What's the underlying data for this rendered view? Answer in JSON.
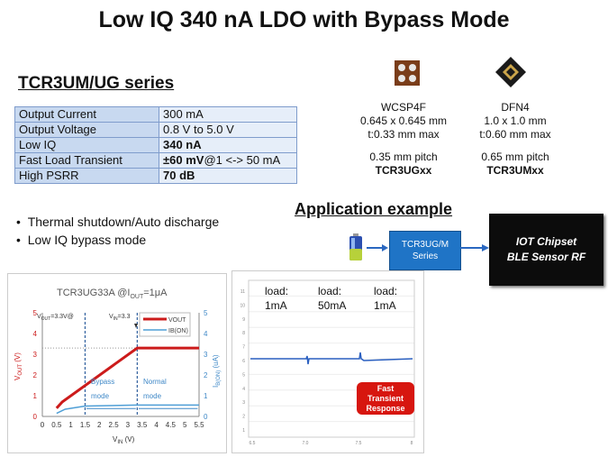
{
  "title": "Low IQ 340 nA LDO with Bypass Mode",
  "series_heading": "TCR3UM/UG  series",
  "specs": [
    {
      "key": "Output Current",
      "value": "300 mA"
    },
    {
      "key": "Output Voltage",
      "value": "0.8 V to 5.0 V"
    },
    {
      "key": "Low IQ",
      "value": "340 nA"
    },
    {
      "key": "Fast Load Transient",
      "value_bold": "±60 mV",
      "value_rest": "@1 <-> 50 mA"
    },
    {
      "key": "High PSRR",
      "value": "70 dB"
    }
  ],
  "packages": [
    {
      "name": "WCSP4F",
      "size": "0.645 x 0.645 mm",
      "thickness": "t:0.33 mm max",
      "pitch": "0.35 mm pitch",
      "part": "TCR3UGxx"
    },
    {
      "name": "DFN4",
      "size": "1.0 x  1.0 mm",
      "thickness": "t:0.60 mm max",
      "pitch": "0.65 mm pitch",
      "part": "TCR3UMxx"
    }
  ],
  "bullets": [
    "Thermal shutdown/Auto discharge",
    "Low IQ bypass mode"
  ],
  "application": {
    "heading": "Application  example",
    "ldo_box": [
      "TCR3UG/M",
      "Series"
    ],
    "chip_box": [
      "IOT Chipset",
      "BLE Sensor RF"
    ],
    "battery_icon": "battery-icon",
    "arrow_icon": "arrow-right-icon"
  },
  "chart_data": [
    {
      "type": "line",
      "title": "TCR3UG33A  @I",
      "title_sub": "OUT",
      "title_tail": "=1μA",
      "xlabel": "V",
      "xlabel_sub": "IN",
      "xlabel_unit": " (V)",
      "ylabel": "V",
      "ylabel_sub": "OUT",
      "ylabel_unit": " (V)",
      "y2label": "I",
      "y2label_sub": "B(ON)",
      "y2label_unit": " (uA)",
      "xticks": [
        "0",
        "0.5",
        "1",
        "1.5",
        "2",
        "2.5",
        "3",
        "3.5",
        "4",
        "4.5",
        "5",
        "5.5"
      ],
      "yticks": [
        "0",
        "1",
        "2",
        "3",
        "4",
        "5"
      ],
      "y2ticks": [
        "0",
        "1",
        "2",
        "3",
        "4",
        "5"
      ],
      "xlim": [
        0,
        5.5
      ],
      "ylim": [
        0,
        5
      ],
      "series": [
        {
          "name": "VOUT",
          "color": "#cc1b1b",
          "x": [
            0.5,
            0.7,
            3.33,
            5.5
          ],
          "y": [
            0.4,
            0.7,
            3.3,
            3.3
          ]
        },
        {
          "name": "IB(ON)",
          "color": "#4f9fd6",
          "x": [
            0.5,
            0.8,
            1.5,
            3.3,
            5.5
          ],
          "y": [
            0.15,
            0.35,
            0.5,
            0.55,
            0.55
          ]
        }
      ],
      "annotations": {
        "vout_label": "V",
        "vout_sub": "OUT",
        "vout_tail": "=3.3V@",
        "vin_label": "V",
        "vin_sub": "IN",
        "vin_tail": "=3.3",
        "bypass": [
          "Bypass",
          "mode"
        ],
        "normal": [
          "Normal",
          "mode"
        ]
      }
    },
    {
      "type": "line",
      "labels": [
        [
          "load:",
          "1mA"
        ],
        [
          "load:",
          "50mA"
        ],
        [
          "load:",
          "1mA"
        ]
      ],
      "badge": [
        "Fast",
        "Transient",
        "Response"
      ],
      "yticks": [
        "11",
        "10",
        "9",
        "8",
        "7",
        "6",
        "5",
        "4",
        "3",
        "2",
        "1"
      ],
      "xticks": [
        "6.5",
        "7.0",
        "7.5",
        "8"
      ]
    }
  ]
}
